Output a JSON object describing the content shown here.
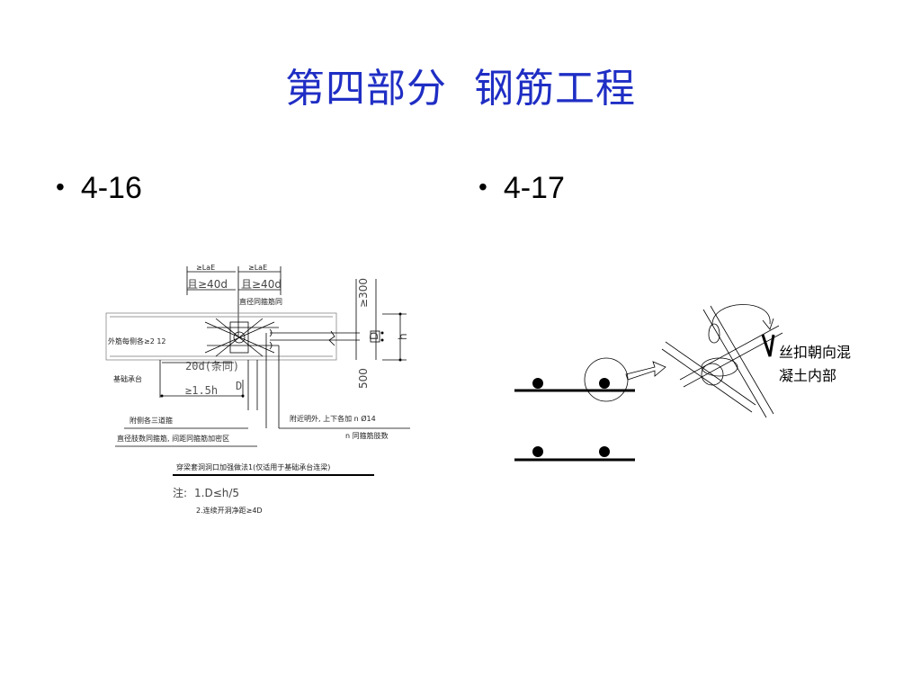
{
  "slide": {
    "title": "第四部分  钢筋工程",
    "title_color": "#1f2ec4"
  },
  "bullets": [
    {
      "marker": "•",
      "label": "4-16"
    },
    {
      "marker": "•",
      "label": "4-17"
    }
  ],
  "figure_416": {
    "lae_1": "≥LaE",
    "lae_2": "≥LaE",
    "len_1": "且≥40d",
    "len_2": "且≥40d",
    "dense_note": "直径同箍筋同",
    "side_bars": "外筋每侧各≥2  12",
    "dim_300": "≥300",
    "dim_500": "500",
    "dim_h": "h",
    "dim_d": "D",
    "len_20d": "20d(条同)",
    "len_15h": "≥1.5h",
    "len_d2": "D",
    "cap_label": "基础承台",
    "stirrup_note": "附近明外, 上下各加  n Ø14",
    "stirrup_note_2": "n 同箍筋肢数",
    "side_three": "附侧各三道箍",
    "dense_zone": "直径肢数同箍筋, 间距同箍筋加密区",
    "caption": "穿梁套洞洞口加强做法1(仅适用于基础承台连梁)",
    "note_label": "注:",
    "note_1": "1.D≤h/5",
    "note_2": "2.连续开洞净距≥4D"
  },
  "figure_417": {
    "note_line_1": "丝扣朝向混",
    "note_line_2": "凝土内部"
  }
}
